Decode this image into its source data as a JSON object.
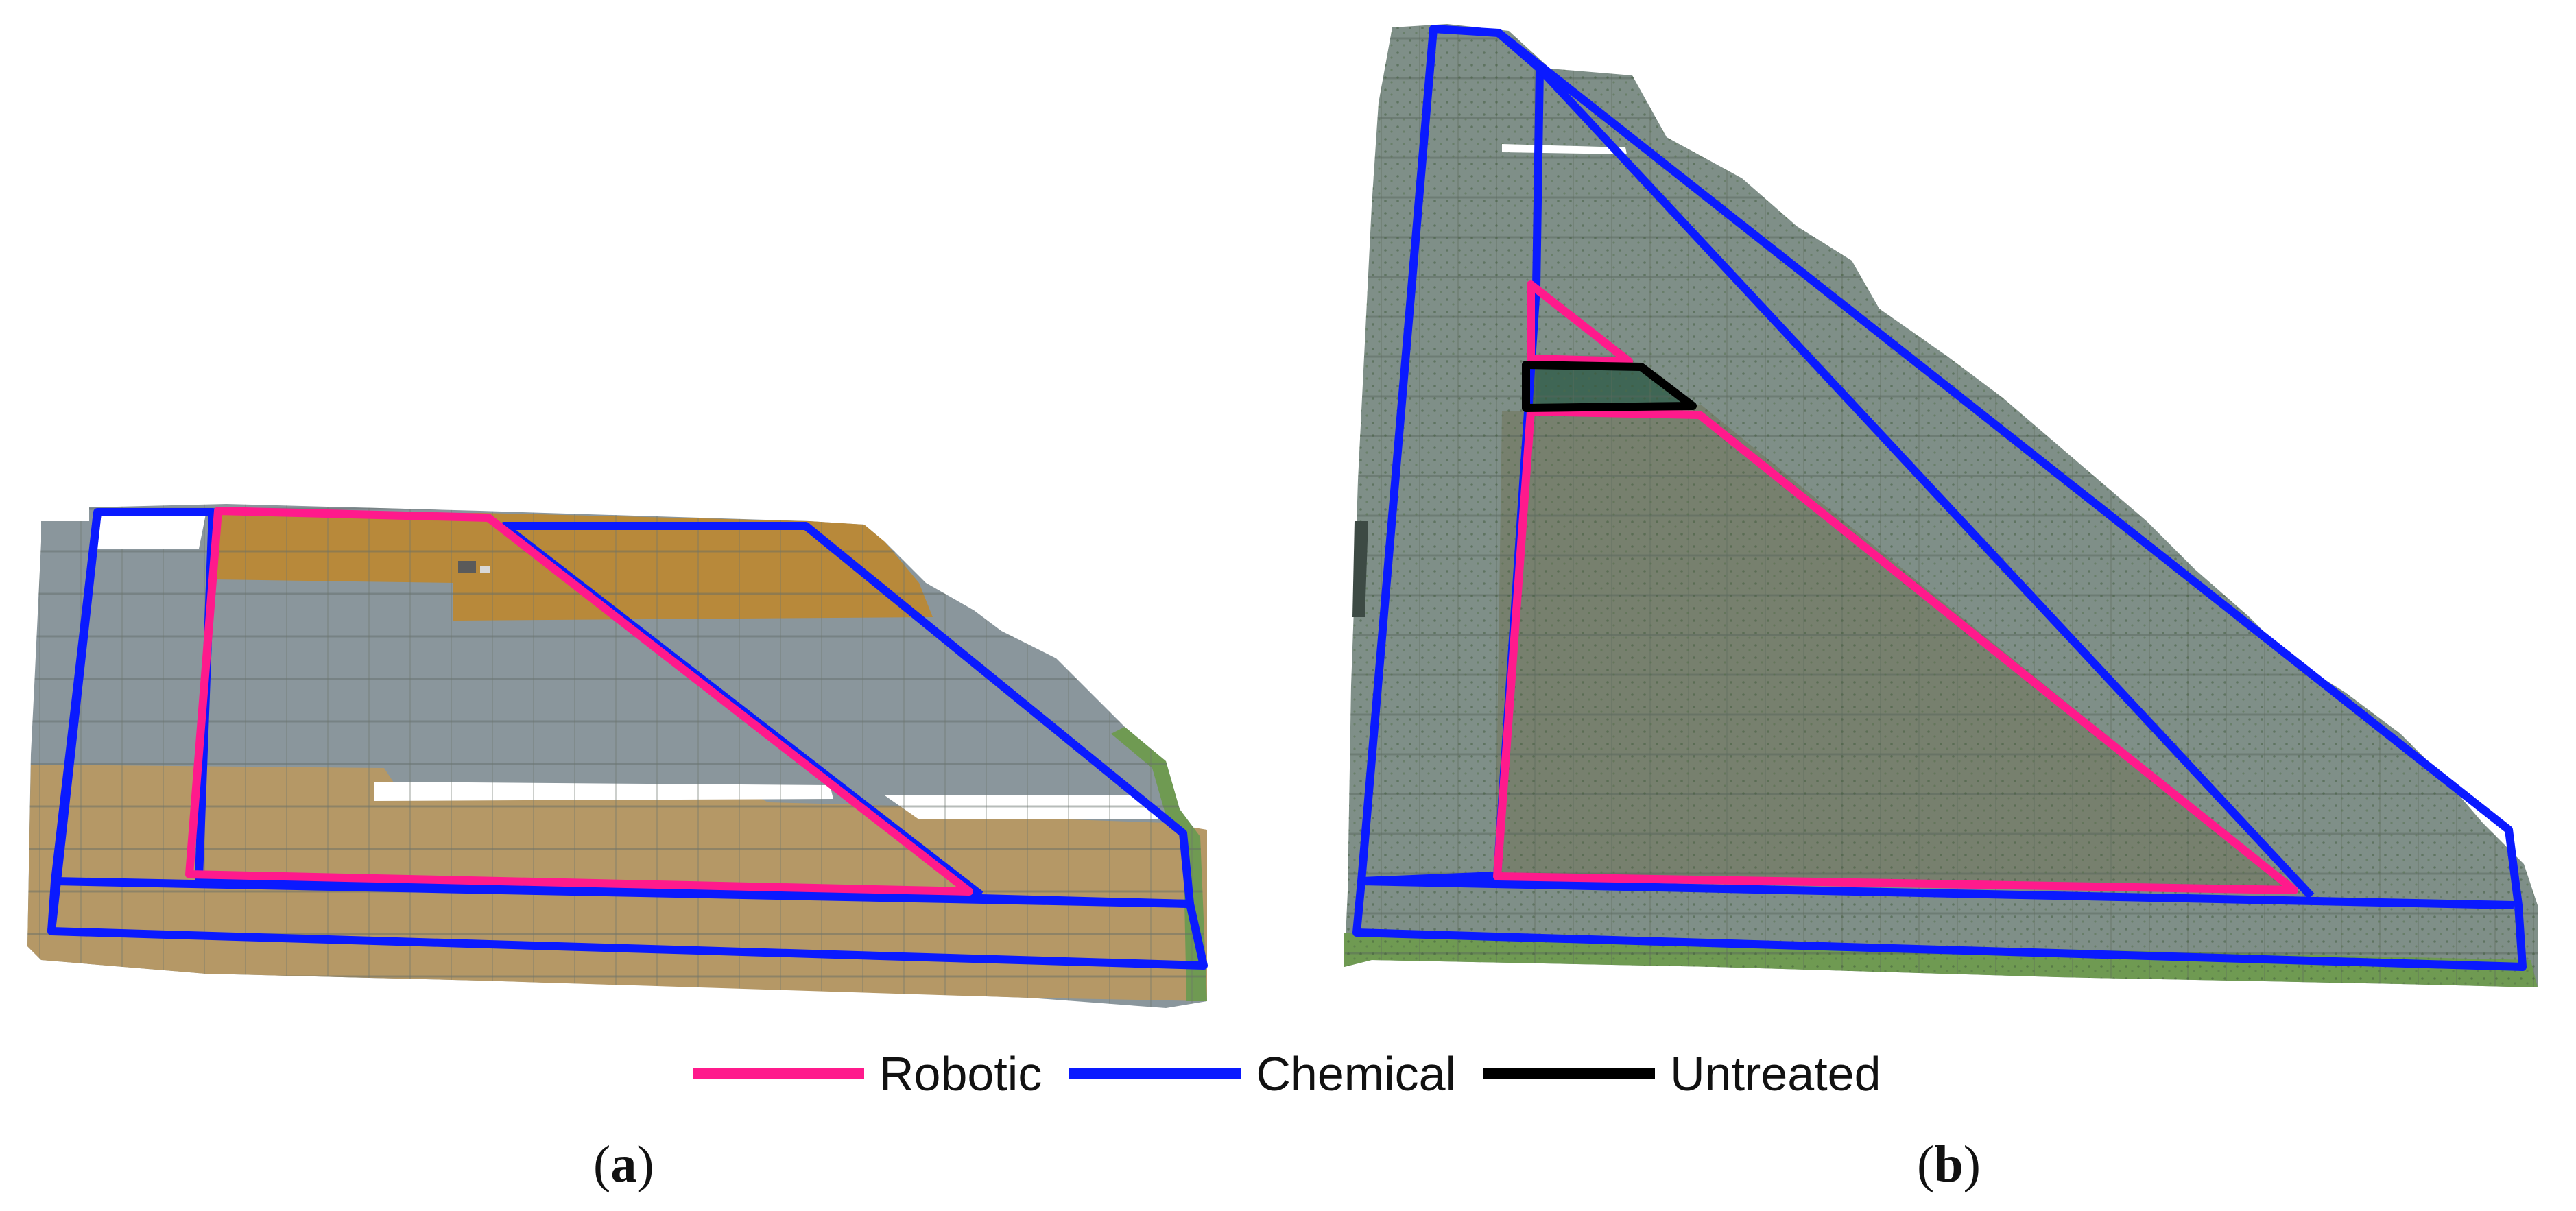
{
  "legend": [
    {
      "label": "Robotic",
      "color": "#ff1a8c"
    },
    {
      "label": "Chemical",
      "color": "#0a1aff"
    },
    {
      "label": "Untreated",
      "color": "#000000"
    }
  ],
  "panels": [
    {
      "letter": "a",
      "open": "(",
      "close": ")"
    },
    {
      "letter": "b",
      "open": "(",
      "close": ")"
    }
  ],
  "colors": {
    "field_gray": "#8a969c",
    "field_tan": "#b59866",
    "field_orange": "#b8893a",
    "field_dark": "#77806e",
    "grass": "#6f9a52"
  }
}
